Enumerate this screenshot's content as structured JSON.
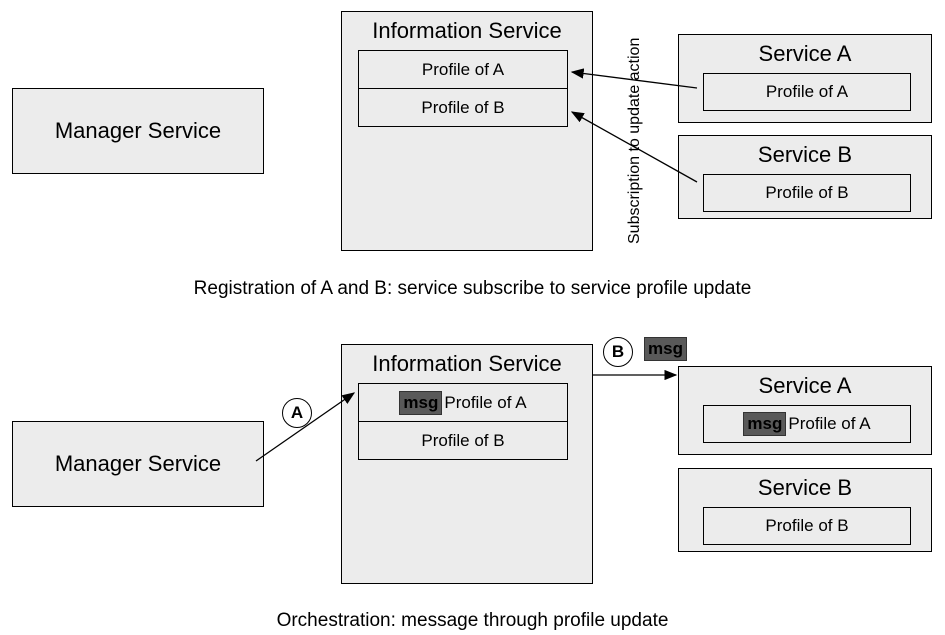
{
  "top": {
    "manager": {
      "label": "Manager Service"
    },
    "info": {
      "title": "Information Service",
      "profile_a": "Profile of A",
      "profile_b": "Profile of B"
    },
    "service_a": {
      "title": "Service A",
      "profile": "Profile of A"
    },
    "service_b": {
      "title": "Service B",
      "profile": "Profile of B"
    },
    "subscription_label": "Subscription to update action",
    "caption": "Registration of A and B: service subscribe to service profile update"
  },
  "bottom": {
    "manager": {
      "label": "Manager Service"
    },
    "info": {
      "title": "Information Service",
      "profile_a": "Profile of A",
      "profile_b": "Profile of B",
      "msg": "msg"
    },
    "service_a": {
      "title": "Service A",
      "profile": "Profile of A",
      "msg": "msg"
    },
    "service_b": {
      "title": "Service B",
      "profile": "Profile of B"
    },
    "step_a": "A",
    "step_b": "B",
    "floating_msg": "msg",
    "caption": "Orchestration: message through profile update"
  }
}
